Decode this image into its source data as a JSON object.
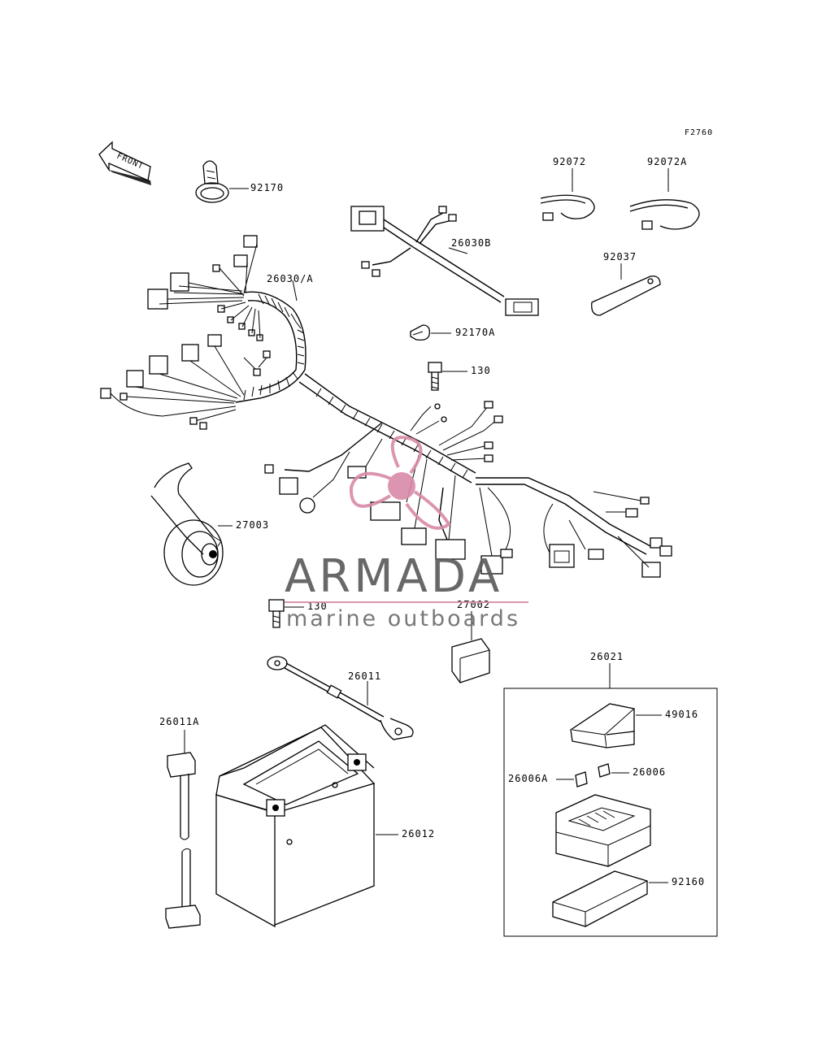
{
  "figure_code": "F2760",
  "front_label": "FRONT",
  "part_labels": [
    {
      "id": "92170",
      "text": "92170"
    },
    {
      "id": "92072",
      "text": "92072"
    },
    {
      "id": "92072A",
      "text": "92072A"
    },
    {
      "id": "26030B",
      "text": "26030B"
    },
    {
      "id": "26030A",
      "text": "26030/A"
    },
    {
      "id": "92037",
      "text": "92037"
    },
    {
      "id": "92170A",
      "text": "92170A"
    },
    {
      "id": "130_top",
      "text": "130"
    },
    {
      "id": "27003",
      "text": "27003"
    },
    {
      "id": "130_bottom",
      "text": "130"
    },
    {
      "id": "27002",
      "text": "27002"
    },
    {
      "id": "26021",
      "text": "26021"
    },
    {
      "id": "26011",
      "text": "26011"
    },
    {
      "id": "49016",
      "text": "49016"
    },
    {
      "id": "26011A",
      "text": "26011A"
    },
    {
      "id": "26006",
      "text": "26006"
    },
    {
      "id": "26006A",
      "text": "26006A"
    },
    {
      "id": "26012",
      "text": "26012"
    },
    {
      "id": "92160",
      "text": "92160"
    }
  ],
  "watermark": {
    "title": "ARMADA",
    "subtitle": "marine outboards",
    "accent_color": "#d98aa8",
    "text_color": "#58585a"
  }
}
